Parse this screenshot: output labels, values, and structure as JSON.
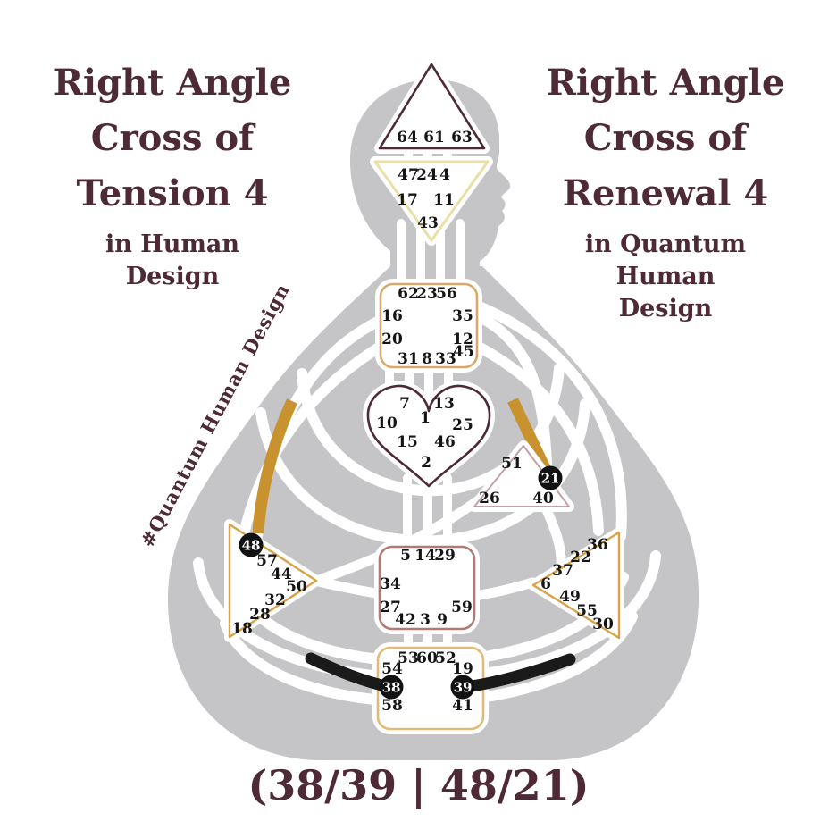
{
  "titles": {
    "left": {
      "line1": "Right Angle",
      "line2": "Cross of",
      "line3": "Tension 4",
      "subtitle": "in Human Design"
    },
    "right": {
      "line1": "Right Angle",
      "line2": "Cross of",
      "line3": "Renewal 4",
      "subtitle": "in Quantum Human Design"
    }
  },
  "watermark": {
    "text": "#Quantum Human Design"
  },
  "footer": {
    "text": "(38/39 | 48/21)"
  },
  "highlighted_gates": [
    "38",
    "39",
    "48",
    "21"
  ],
  "colors": {
    "title_maroon": "#4E2936",
    "body_grey": "#C5C4C7",
    "gold_channel": "#C8932F",
    "black_channel": "#1A1A1A",
    "head_stroke": "#4E2936",
    "ajna_stroke": "#EADFA4",
    "throat_stroke": "#D9A86B",
    "g_stroke": "#4E2936",
    "will_stroke": "#C4A0A8",
    "spleen_stroke": "#D8A348",
    "sacral_stroke": "#B17A72",
    "solar_plexus_stroke": "#D8A348",
    "root_stroke": "#E0BA76"
  },
  "centers": {
    "head": {
      "gates": [
        "64",
        "61",
        "63"
      ]
    },
    "ajna": {
      "gates": [
        "47",
        "24",
        "4",
        "17",
        "11",
        "43"
      ]
    },
    "throat": {
      "gates": [
        "62",
        "23",
        "56",
        "16",
        "35",
        "20",
        "12",
        "45",
        "31",
        "8",
        "33"
      ]
    },
    "g": {
      "gates": [
        "7",
        "13",
        "1",
        "10",
        "25",
        "15",
        "46",
        "2"
      ]
    },
    "will": {
      "gates": [
        "51",
        "21",
        "26",
        "40"
      ]
    },
    "spleen": {
      "gates": [
        "48",
        "57",
        "44",
        "50",
        "32",
        "28",
        "18"
      ]
    },
    "sacral": {
      "gates": [
        "5",
        "14",
        "29",
        "34",
        "27",
        "59",
        "42",
        "3",
        "9"
      ]
    },
    "solar_plexus": {
      "gates": [
        "36",
        "22",
        "37",
        "6",
        "49",
        "55",
        "30"
      ]
    },
    "root": {
      "gates": [
        "53",
        "60",
        "52",
        "54",
        "19",
        "38",
        "39",
        "58",
        "41"
      ]
    }
  }
}
